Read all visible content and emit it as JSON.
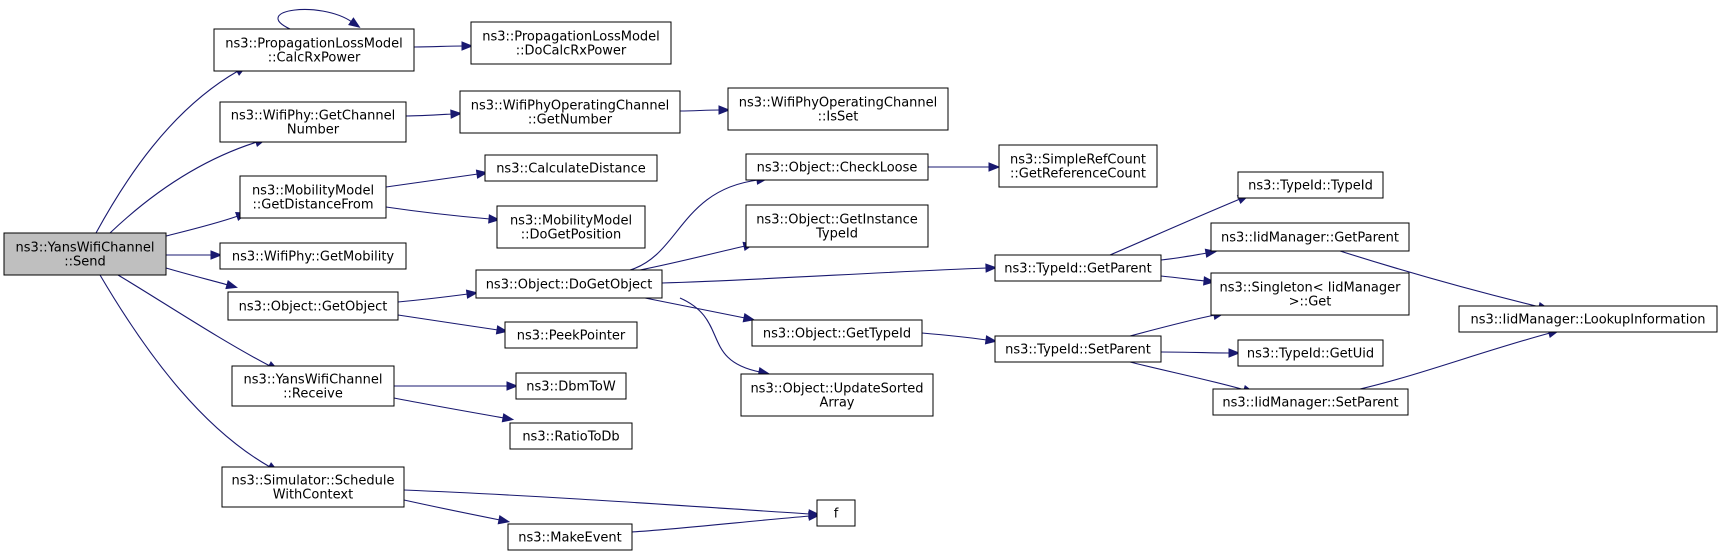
{
  "diagram": {
    "nodes": [
      {
        "id": "send",
        "lines": [
          "ns3::YansWifiChannel",
          "::Send"
        ],
        "root": true
      },
      {
        "id": "calcrx",
        "lines": [
          "ns3::PropagationLossModel",
          "::CalcRxPower"
        ]
      },
      {
        "id": "docalcrx",
        "lines": [
          "ns3::PropagationLossModel",
          "::DoCalcRxPower"
        ]
      },
      {
        "id": "getchnum",
        "lines": [
          "ns3::WifiPhy::GetChannel",
          "Number"
        ]
      },
      {
        "id": "opch_getnum",
        "lines": [
          "ns3::WifiPhyOperatingChannel",
          "::GetNumber"
        ]
      },
      {
        "id": "opch_isset",
        "lines": [
          "ns3::WifiPhyOperatingChannel",
          "::IsSet"
        ]
      },
      {
        "id": "getdist",
        "lines": [
          "ns3::MobilityModel",
          "::GetDistanceFrom"
        ]
      },
      {
        "id": "calcdist",
        "lines": [
          "ns3::CalculateDistance"
        ]
      },
      {
        "id": "dogetpos",
        "lines": [
          "ns3::MobilityModel",
          "::DoGetPosition"
        ]
      },
      {
        "id": "getmob",
        "lines": [
          "ns3::WifiPhy::GetMobility"
        ]
      },
      {
        "id": "getobj",
        "lines": [
          "ns3::Object::GetObject"
        ]
      },
      {
        "id": "peekptr",
        "lines": [
          "ns3::PeekPointer"
        ]
      },
      {
        "id": "dogetobj",
        "lines": [
          "ns3::Object::DoGetObject"
        ]
      },
      {
        "id": "checkloose",
        "lines": [
          "ns3::Object::CheckLoose"
        ]
      },
      {
        "id": "getrefcount",
        "lines": [
          "ns3::SimpleRefCount",
          "::GetReferenceCount"
        ]
      },
      {
        "id": "getinsttid",
        "lines": [
          "ns3::Object::GetInstance",
          "TypeId"
        ]
      },
      {
        "id": "gettypeid",
        "lines": [
          "ns3::Object::GetTypeId"
        ]
      },
      {
        "id": "updsorted",
        "lines": [
          "ns3::Object::UpdateSorted",
          "Array"
        ]
      },
      {
        "id": "tid_getparent",
        "lines": [
          "ns3::TypeId::GetParent"
        ]
      },
      {
        "id": "tid_setparent",
        "lines": [
          "ns3::TypeId::SetParent"
        ]
      },
      {
        "id": "tid_typeid",
        "lines": [
          "ns3::TypeId::TypeId"
        ]
      },
      {
        "id": "iid_getparent",
        "lines": [
          "ns3::IidManager::GetParent"
        ]
      },
      {
        "id": "singleton_get",
        "lines": [
          "ns3::Singleton< IidManager",
          ">::Get"
        ]
      },
      {
        "id": "tid_getuid",
        "lines": [
          "ns3::TypeId::GetUid"
        ]
      },
      {
        "id": "iid_setparent",
        "lines": [
          "ns3::IidManager::SetParent"
        ]
      },
      {
        "id": "iid_lookup",
        "lines": [
          "ns3::IidManager::LookupInformation"
        ]
      },
      {
        "id": "receive",
        "lines": [
          "ns3::YansWifiChannel",
          "::Receive"
        ]
      },
      {
        "id": "dbmtow",
        "lines": [
          "ns3::DbmToW"
        ]
      },
      {
        "id": "ratiotodb",
        "lines": [
          "ns3::RatioToDb"
        ]
      },
      {
        "id": "schedule",
        "lines": [
          "ns3::Simulator::Schedule",
          "WithContext"
        ]
      },
      {
        "id": "f",
        "lines": [
          "f"
        ]
      },
      {
        "id": "makeevent",
        "lines": [
          "ns3::MakeEvent"
        ]
      }
    ],
    "edges": [
      [
        "send",
        "calcrx"
      ],
      [
        "calcrx",
        "calcrx"
      ],
      [
        "calcrx",
        "docalcrx"
      ],
      [
        "send",
        "getchnum"
      ],
      [
        "getchnum",
        "opch_getnum"
      ],
      [
        "opch_getnum",
        "opch_isset"
      ],
      [
        "send",
        "getdist"
      ],
      [
        "getdist",
        "calcdist"
      ],
      [
        "getdist",
        "dogetpos"
      ],
      [
        "send",
        "getmob"
      ],
      [
        "send",
        "getobj"
      ],
      [
        "getobj",
        "dogetobj"
      ],
      [
        "getobj",
        "peekptr"
      ],
      [
        "dogetobj",
        "checkloose"
      ],
      [
        "checkloose",
        "getrefcount"
      ],
      [
        "dogetobj",
        "getinsttid"
      ],
      [
        "dogetobj",
        "tid_getparent"
      ],
      [
        "dogetobj",
        "gettypeid"
      ],
      [
        "dogetobj",
        "updsorted"
      ],
      [
        "tid_getparent",
        "tid_typeid"
      ],
      [
        "tid_getparent",
        "iid_getparent"
      ],
      [
        "tid_getparent",
        "singleton_get"
      ],
      [
        "iid_getparent",
        "iid_lookup"
      ],
      [
        "gettypeid",
        "tid_setparent"
      ],
      [
        "tid_setparent",
        "singleton_get"
      ],
      [
        "tid_setparent",
        "tid_getuid"
      ],
      [
        "tid_setparent",
        "iid_setparent"
      ],
      [
        "iid_setparent",
        "iid_lookup"
      ],
      [
        "send",
        "receive"
      ],
      [
        "receive",
        "dbmtow"
      ],
      [
        "receive",
        "ratiotodb"
      ],
      [
        "send",
        "schedule"
      ],
      [
        "schedule",
        "f"
      ],
      [
        "schedule",
        "makeevent"
      ],
      [
        "makeevent",
        "f"
      ]
    ]
  }
}
